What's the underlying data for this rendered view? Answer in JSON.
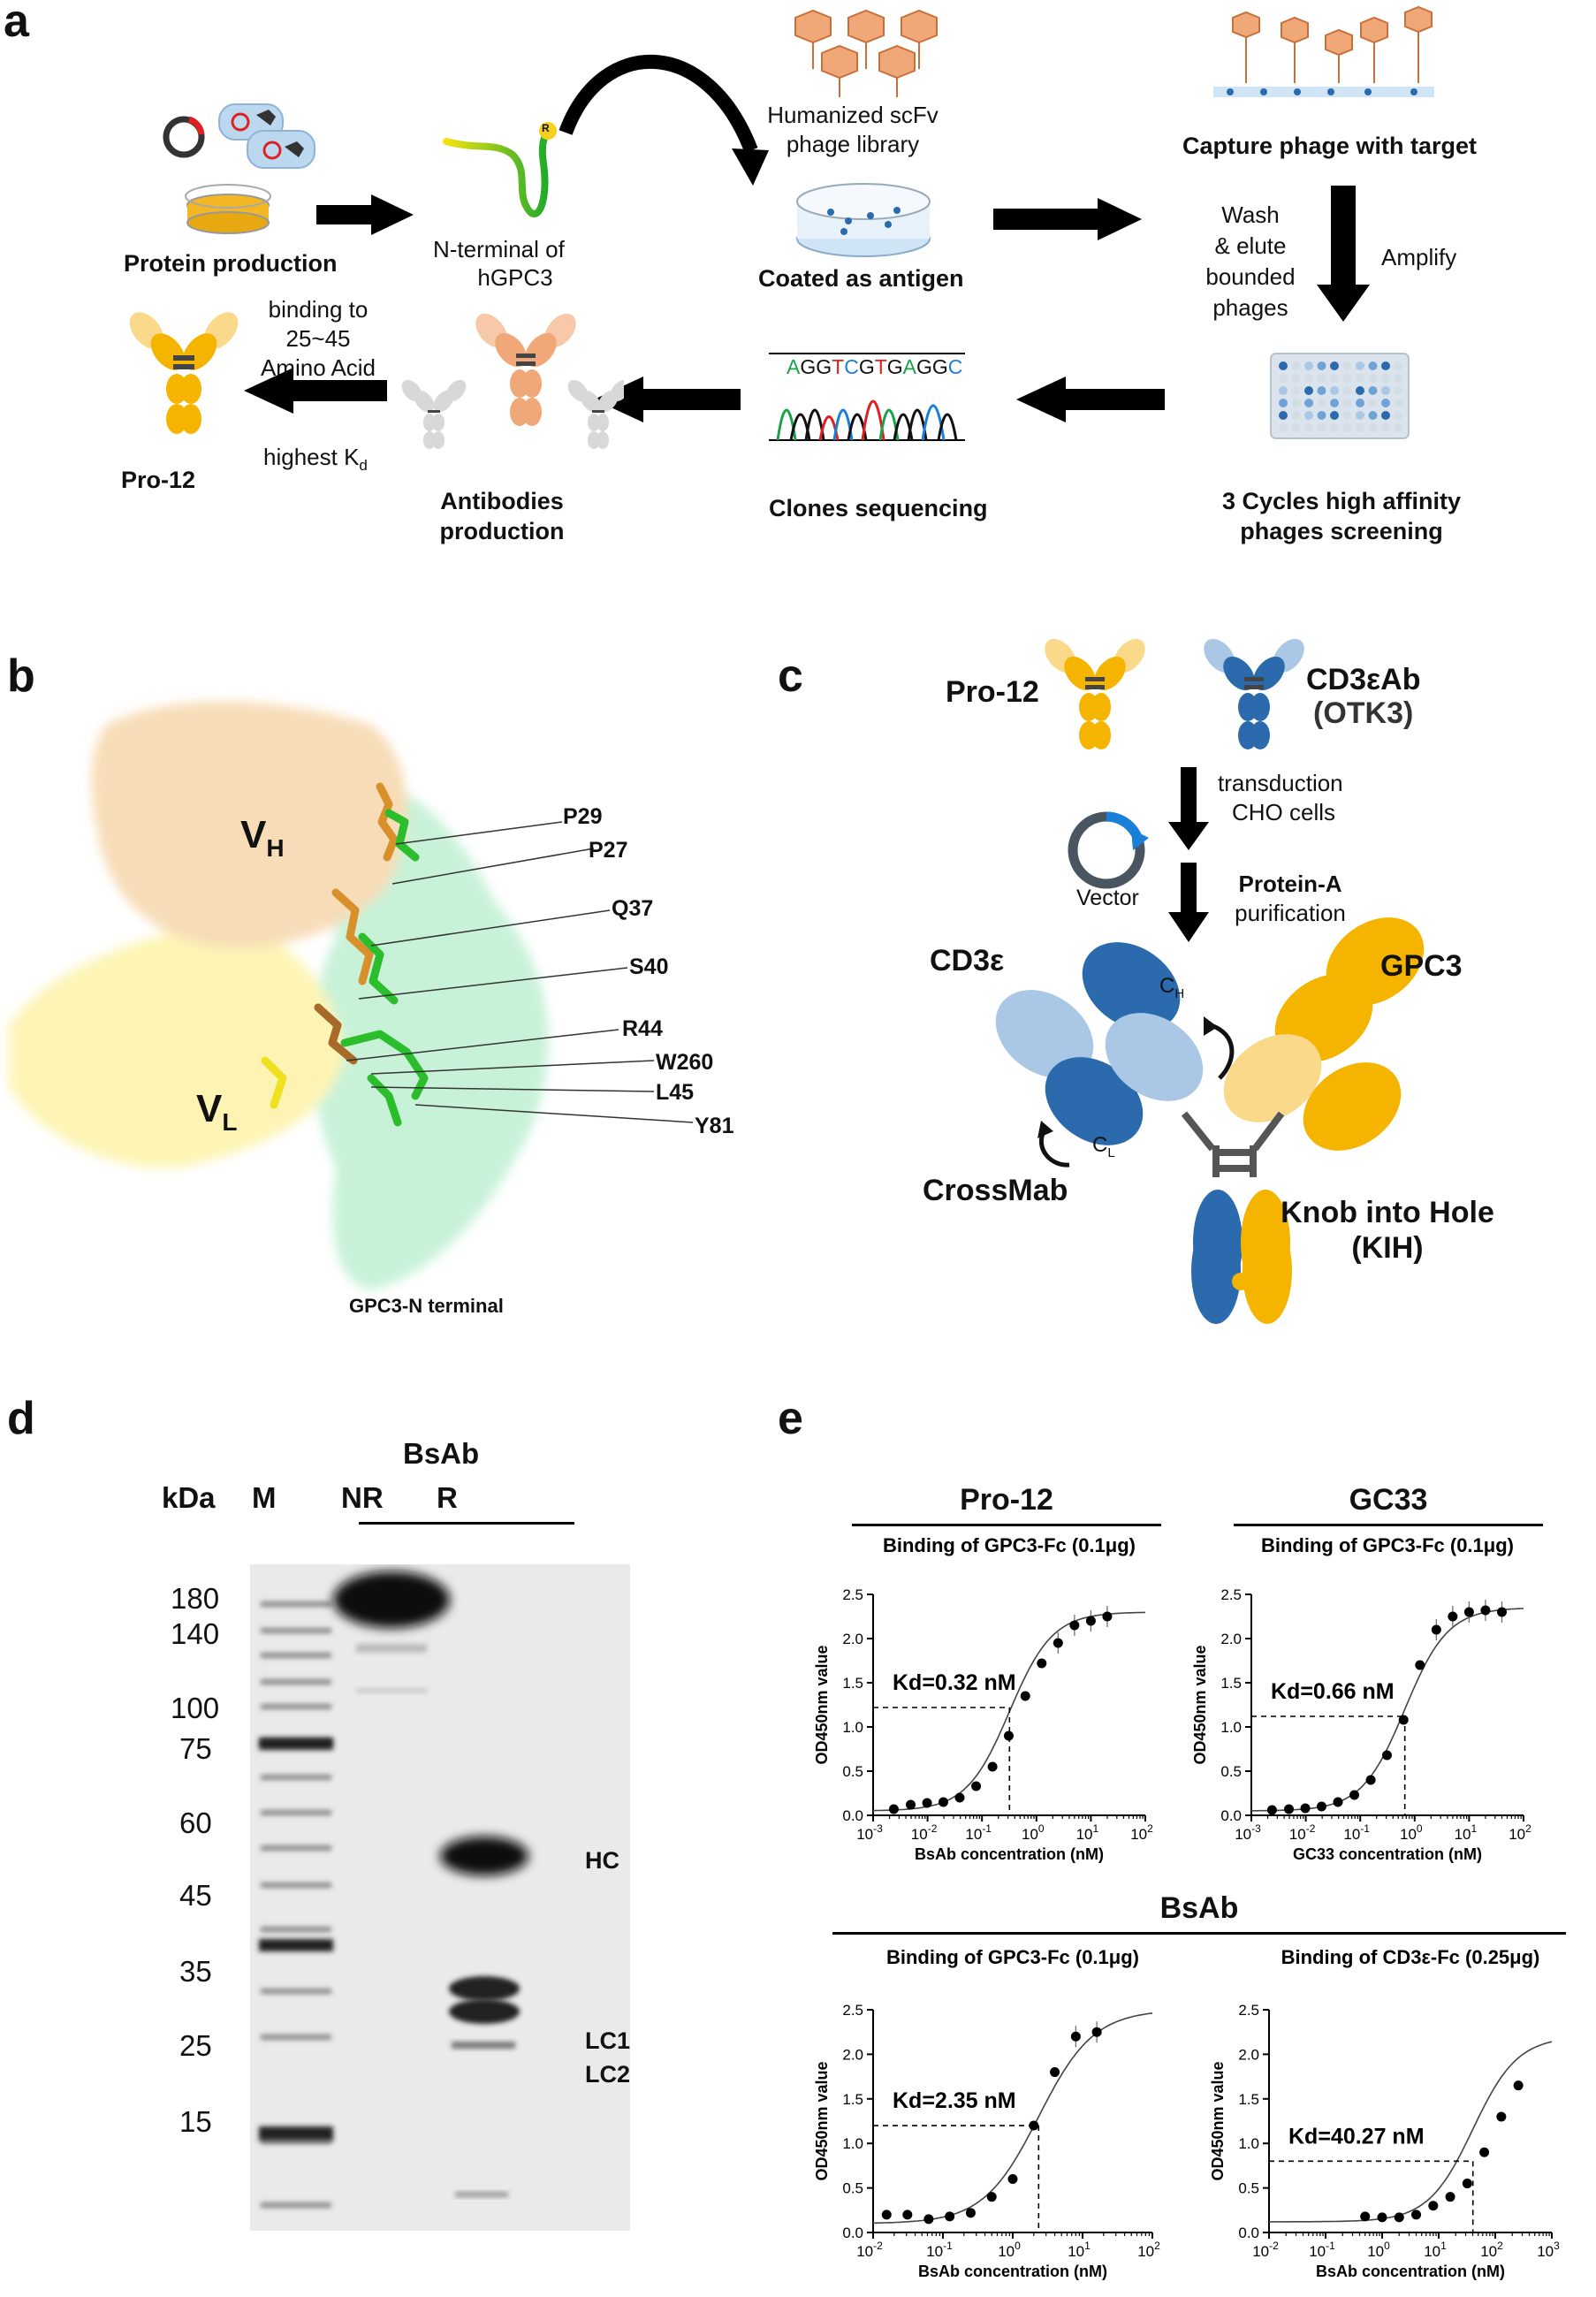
{
  "panels": {
    "a": "a",
    "b": "b",
    "c": "c",
    "d": "d",
    "e": "e"
  },
  "panel_a": {
    "protein_production": "Protein production",
    "n_terminal_l1": "N-terminal of",
    "n_terminal_l2": "hGPC3",
    "residue_r": "R",
    "library_l1": "Humanized scFv",
    "library_l2": "phage library",
    "coated": "Coated as antigen",
    "capture": "Capture phage with target",
    "wash_l1": "Wash",
    "wash_l2": "& elute",
    "wash_l3": "bounded",
    "wash_l4": "phages",
    "amplify": "Amplify",
    "cycles_l1": "3 Cycles high affinity",
    "cycles_l2": "phages screening",
    "clones": "Clones sequencing",
    "sequence": [
      "A",
      "G",
      "G",
      "T",
      "C",
      "G",
      "T",
      "G",
      "A",
      "G",
      "G",
      "C"
    ],
    "antibodies_l1": "Antibodies",
    "antibodies_l2": "production",
    "binding_l1": "binding to",
    "binding_l2": "25~45",
    "binding_l3": "Amino Acid",
    "highest": "highest K",
    "highest_sub": "d",
    "pro12": "Pro-12"
  },
  "panel_b": {
    "vh": "V",
    "vh_sub": "H",
    "vl": "V",
    "vl_sub": "L",
    "residues": [
      "P29",
      "P27",
      "Q37",
      "S40",
      "R44",
      "W260",
      "L45",
      "Y81"
    ],
    "caption": "GPC3-N terminal"
  },
  "panel_c": {
    "pro12": "Pro-12",
    "cd3_l1": "CD3εAb",
    "cd3_l2": "(OTK3)",
    "transduction_l1": "transduction",
    "transduction_l2": "CHO cells",
    "vector": "Vector",
    "proteinA_l1": "Protein-A",
    "proteinA_l2": "purification",
    "cd3e": "CD3ε",
    "gpc3": "GPC3",
    "ch": "C",
    "ch_sub": "H",
    "cl": "C",
    "cl_sub": "L",
    "crossmab": "CrossMab",
    "kih_l1": "Knob into Hole",
    "kih_l2": "(KIH)"
  },
  "panel_d": {
    "title": "BsAb",
    "kda": "kDa",
    "lanes": [
      "M",
      "NR",
      "R"
    ],
    "markers": [
      "180",
      "140",
      "100",
      "75",
      "60",
      "45",
      "35",
      "25",
      "15"
    ],
    "bands": [
      "HC",
      "LC1",
      "LC2"
    ]
  },
  "panel_e": {
    "group_top_left": "Pro-12",
    "group_top_right": "GC33",
    "group_bottom": "BsAb"
  },
  "colors": {
    "dark_blue": "#2a6aad",
    "light_blue": "#aac8e6",
    "gold": "#f5b400",
    "light_gold": "#fbd98a",
    "orange": "#f0a878",
    "black": "#111111"
  },
  "chart_data": [
    {
      "type": "scatter",
      "title": "Binding of GPC3-Fc (0.1μg)",
      "xlabel": "BsAb concentration (nM)",
      "ylabel": "OD450nm value",
      "xscale": "log",
      "xlim": [
        0.001,
        100
      ],
      "ylim": [
        0,
        2.5
      ],
      "xticks": [
        "10",
        "10",
        "10",
        "10",
        "10",
        "10"
      ],
      "xtick_exp": [
        "-3",
        "-2",
        "-1",
        "0",
        "1",
        "2"
      ],
      "yticks": [
        "0.0",
        "0.5",
        "1.0",
        "1.5",
        "2.0",
        "2.5"
      ],
      "annotation": "Kd=0.32 nM",
      "kd": 0.32,
      "kd_y": 1.22,
      "fit_bottom": 0.05,
      "fit_top": 2.3,
      "x": [
        0.0024,
        0.0049,
        0.0098,
        0.0195,
        0.039,
        0.078,
        0.156,
        0.31,
        0.625,
        1.25,
        2.5,
        5,
        10,
        20
      ],
      "y": [
        0.07,
        0.12,
        0.14,
        0.15,
        0.2,
        0.33,
        0.55,
        0.9,
        1.35,
        1.72,
        1.95,
        2.15,
        2.2,
        2.25
      ]
    },
    {
      "type": "scatter",
      "title": "Binding of GPC3-Fc (0.1μg)",
      "xlabel": "GC33 concentration (nM)",
      "ylabel": "OD450nm value",
      "xscale": "log",
      "xlim": [
        0.001,
        100
      ],
      "ylim": [
        0,
        2.5
      ],
      "xticks": [
        "10",
        "10",
        "10",
        "10",
        "10",
        "10"
      ],
      "xtick_exp": [
        "-3",
        "-2",
        "-1",
        "0",
        "1",
        "2"
      ],
      "yticks": [
        "0.0",
        "0.5",
        "1.0",
        "1.5",
        "2.0",
        "2.5"
      ],
      "annotation": "Kd=0.66 nM",
      "kd": 0.66,
      "kd_y": 1.12,
      "fit_bottom": 0.05,
      "fit_top": 2.35,
      "x": [
        0.0024,
        0.0049,
        0.0098,
        0.0195,
        0.039,
        0.078,
        0.156,
        0.31,
        0.625,
        1.25,
        2.5,
        5,
        10,
        20,
        40
      ],
      "y": [
        0.06,
        0.07,
        0.08,
        0.1,
        0.15,
        0.23,
        0.4,
        0.68,
        1.08,
        1.7,
        2.1,
        2.25,
        2.3,
        2.32,
        2.3
      ]
    },
    {
      "type": "scatter",
      "title": "Binding of GPC3-Fc (0.1μg)",
      "xlabel": "BsAb concentration (nM)",
      "ylabel": "OD450nm value",
      "xscale": "log",
      "xlim": [
        0.01,
        100
      ],
      "ylim": [
        0,
        2.5
      ],
      "xticks": [
        "10",
        "10",
        "10",
        "10",
        "10"
      ],
      "xtick_exp": [
        "-2",
        "-1",
        "0",
        "1",
        "2"
      ],
      "yticks": [
        "0.0",
        "0.5",
        "1.0",
        "1.5",
        "2.0",
        "2.5"
      ],
      "annotation": "Kd=2.35 nM",
      "kd": 2.35,
      "kd_y": 1.2,
      "fit_bottom": 0.1,
      "fit_top": 2.5,
      "x": [
        0.0156,
        0.031,
        0.0625,
        0.125,
        0.25,
        0.5,
        1,
        2,
        4,
        8,
        16
      ],
      "y": [
        0.2,
        0.2,
        0.15,
        0.18,
        0.22,
        0.4,
        0.6,
        1.2,
        1.8,
        2.2,
        2.25
      ]
    },
    {
      "type": "scatter",
      "title": "Binding of CD3ε-Fc (0.25μg)",
      "xlabel": "BsAb concentration (nM)",
      "ylabel": "OD450nm value",
      "xscale": "log",
      "xlim": [
        0.01,
        1000
      ],
      "ylim": [
        0,
        2.5
      ],
      "xticks": [
        "10",
        "10",
        "10",
        "10",
        "10",
        "10"
      ],
      "xtick_exp": [
        "-2",
        "-1",
        "0",
        "1",
        "2",
        "3"
      ],
      "yticks": [
        "0.0",
        "0.5",
        "1.0",
        "1.5",
        "2.0",
        "2.5"
      ],
      "annotation": "Kd=40.27 nM",
      "kd": 40.27,
      "kd_y": 0.8,
      "fit_bottom": 0.12,
      "fit_top": 2.2,
      "x": [
        0.5,
        1,
        2,
        4,
        8,
        16,
        32,
        64,
        128,
        256
      ],
      "y": [
        0.18,
        0.17,
        0.17,
        0.2,
        0.3,
        0.4,
        0.55,
        0.9,
        1.3,
        1.65
      ]
    }
  ]
}
